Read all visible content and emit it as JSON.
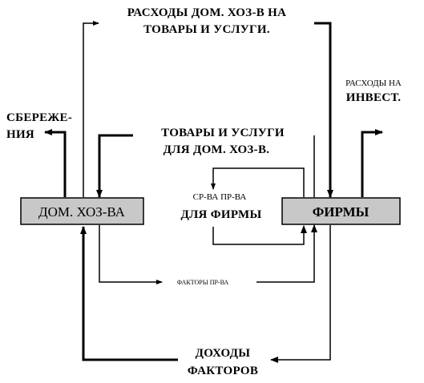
{
  "nodes": {
    "households": "ДОМ. ХОЗ-ВА",
    "firms": "ФИРМЫ"
  },
  "labels": {
    "consumer_spending_line1": "РАСХОДЫ ДОМ. ХОЗ-В НА",
    "consumer_spending_line2": "ТОВАРЫ И УСЛУГИ.",
    "savings_line1": "СБЕРЕЖЕ-",
    "savings_line2": "НИЯ",
    "investment_line1": "РАСХОДЫ НА",
    "investment_line2": "ИНВЕСТ.",
    "goods_line1": "ТОВАРЫ И УСЛУГИ",
    "goods_line2": "ДЛЯ ДОМ. ХОЗ-В.",
    "means_line1": "СР-ВА ПР-ВА",
    "means_line2": "ДЛЯ ФИРМЫ",
    "factors": "ФАКТОРЫ ПР-ВА",
    "income_line1": "ДОХОДЫ",
    "income_line2": "ФАКТОРОВ"
  },
  "colors": {
    "box_fill": "#c8c8c8",
    "stroke": "#000000",
    "background": "#ffffff"
  }
}
